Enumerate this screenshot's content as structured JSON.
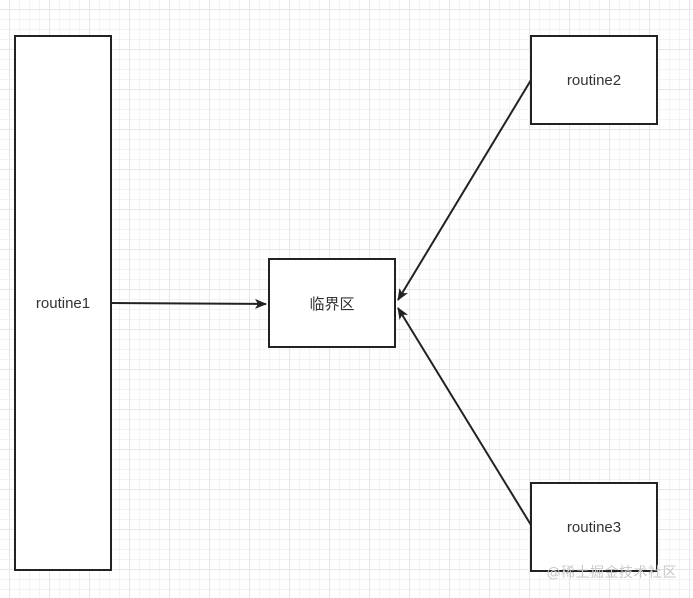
{
  "diagram": {
    "nodes": {
      "routine1": {
        "label": "routine1"
      },
      "critical_section": {
        "label": "临界区"
      },
      "routine2": {
        "label": "routine2"
      },
      "routine3": {
        "label": "routine3"
      }
    },
    "edges": [
      {
        "from": "routine1",
        "to": "critical_section"
      },
      {
        "from": "routine2",
        "to": "critical_section"
      },
      {
        "from": "routine3",
        "to": "critical_section"
      }
    ]
  },
  "colors": {
    "stroke": "#222222",
    "text": "#333333",
    "grid": "#e6e6e6"
  },
  "watermark": {
    "text": "@稀土掘金技术社区"
  }
}
